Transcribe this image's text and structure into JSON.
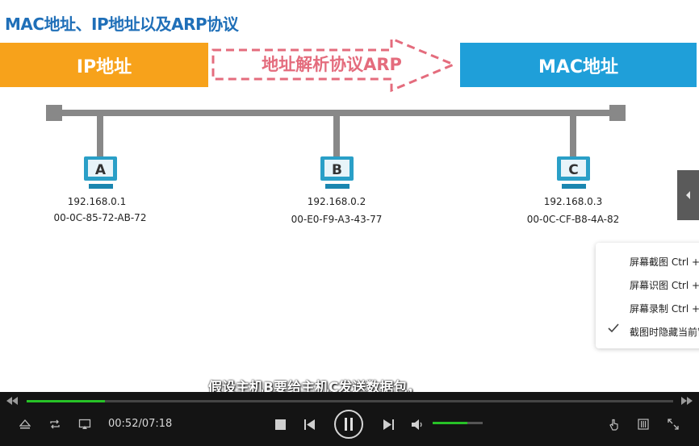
{
  "slide": {
    "title": "MAC地址、IP地址以及ARP协议",
    "ip_label": "IP地址",
    "arp_label": "地址解析协议ARP",
    "mac_label": "MAC地址",
    "hosts": [
      {
        "letter": "A",
        "ip": "192.168.0.1",
        "mac": "00-0C-85-72-AB-72"
      },
      {
        "letter": "B",
        "ip": "192.168.0.2",
        "mac": "00-E0-F9-A3-43-77"
      },
      {
        "letter": "C",
        "ip": "192.168.0.3",
        "mac": "00-0C-CF-B8-4A-82"
      }
    ],
    "colors": {
      "title": "#1f6fb8",
      "ip_box": "#f7a21b",
      "mac_box": "#1f9fd9",
      "arp": "#e46c7d",
      "bus": "#888888",
      "host": "#2a9fc7"
    }
  },
  "context_menu": {
    "items": [
      "屏幕截图 Ctrl +",
      "屏幕识图 Ctrl +",
      "屏幕录制 Ctrl +",
      "截图时隐藏当前窗"
    ]
  },
  "subtitle": "假设主机B要给主机C发送数据包，",
  "player": {
    "current_time": "00:52",
    "total_time": "07:18",
    "time_display": "00:52/07:18",
    "progress": 0.121,
    "volume": 0.7,
    "accent_color": "#27c227"
  }
}
